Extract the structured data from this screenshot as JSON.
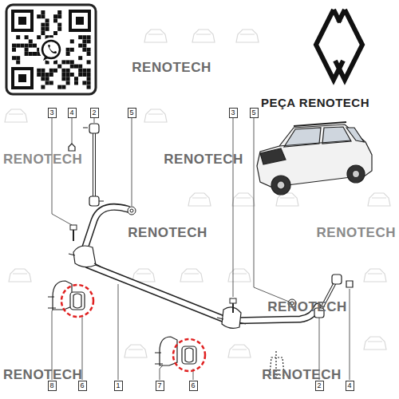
{
  "diagram": {
    "nodes": [
      {
        "text": [
          "3"
        ]
      },
      {
        "text": [
          "4"
        ]
      },
      {
        "text": [
          "2"
        ]
      },
      {
        "text": [
          "5"
        ]
      },
      {
        "text": [
          "3"
        ]
      },
      {
        "text": [
          "5"
        ]
      },
      {
        "text": [
          "8"
        ]
      },
      {
        "text": [
          "6"
        ]
      },
      {
        "text": [
          "1"
        ]
      },
      {
        "text": [
          "7"
        ]
      },
      {
        "text": [
          "6"
        ]
      },
      {
        "text": [
          "2"
        ]
      },
      {
        "text": [
          "4"
        ]
      }
    ],
    "labels": [
      "RENOTECH",
      "PEÇA RENOTECH",
      "RENOTECH",
      "RENOTECH",
      "RENOTECH",
      "RENOTECH",
      "RENOTECH",
      "RENOTECH",
      "RENOTECH"
    ]
  }
}
